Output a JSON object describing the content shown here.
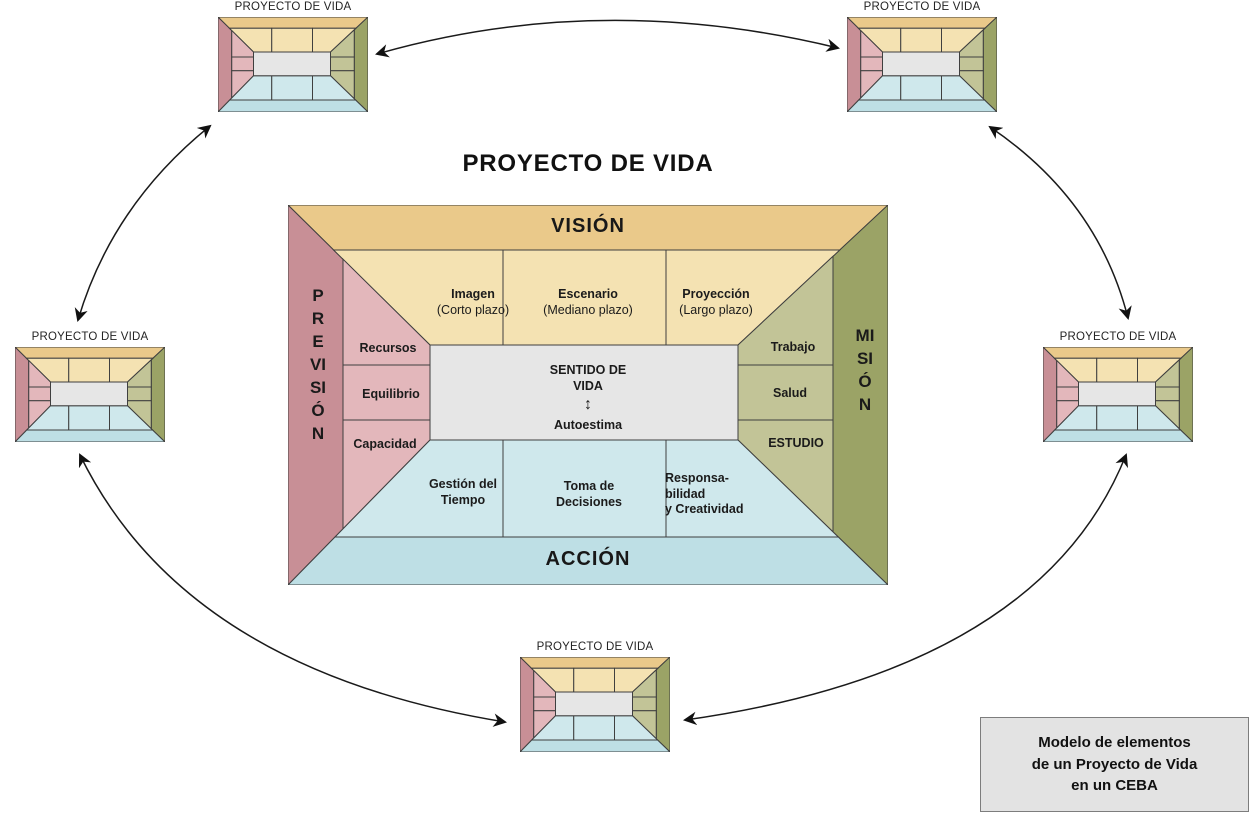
{
  "title": "PROYECTO DE VIDA",
  "mini": {
    "label": "PROYECTO DE VIDA"
  },
  "diagram": {
    "vision_label": "VISIÓN",
    "prevision_label": "PREVISIÓN",
    "mision_label": "MISIÓN",
    "accion_label": "ACCIÓN",
    "cells": {
      "imagen_title": "Imagen",
      "imagen_sub": "(Corto plazo)",
      "escenario_title": "Escenario",
      "escenario_sub": "(Mediano plazo)",
      "proyeccion_title": "Proyección",
      "proyeccion_sub": "(Largo plazo)",
      "recursos": "Recursos",
      "equilibrio": "Equilibrio",
      "capacidad": "Capacidad",
      "trabajo": "Trabajo",
      "salud": "Salud",
      "estudio": "ESTUDIO",
      "sentido": "SENTIDO DE VIDA",
      "autoestima": "Autoestima",
      "gestion": "Gestión del Tiempo",
      "toma": "Toma de Decisiones",
      "resp_line1": "Responsa-",
      "resp_line2": "bilidad",
      "resp_line3": "y Creatividad"
    }
  },
  "icons": {
    "updown_arrow": "↕"
  },
  "caption": {
    "lines": [
      "Modelo de elementos",
      "de un Proyecto de Vida",
      "en un CEBA"
    ]
  },
  "colors": {
    "vision_band": "#eac98a",
    "vision_cell": "#f4e2b2",
    "prevision_band": "#c88f96",
    "prevision_cell": "#e3b7bb",
    "mision_band": "#9ba366",
    "mision_cell": "#c2c497",
    "accion_band": "#bedfe5",
    "accion_cell": "#cfe8ec",
    "centro_cell": "#e6e6e6"
  }
}
